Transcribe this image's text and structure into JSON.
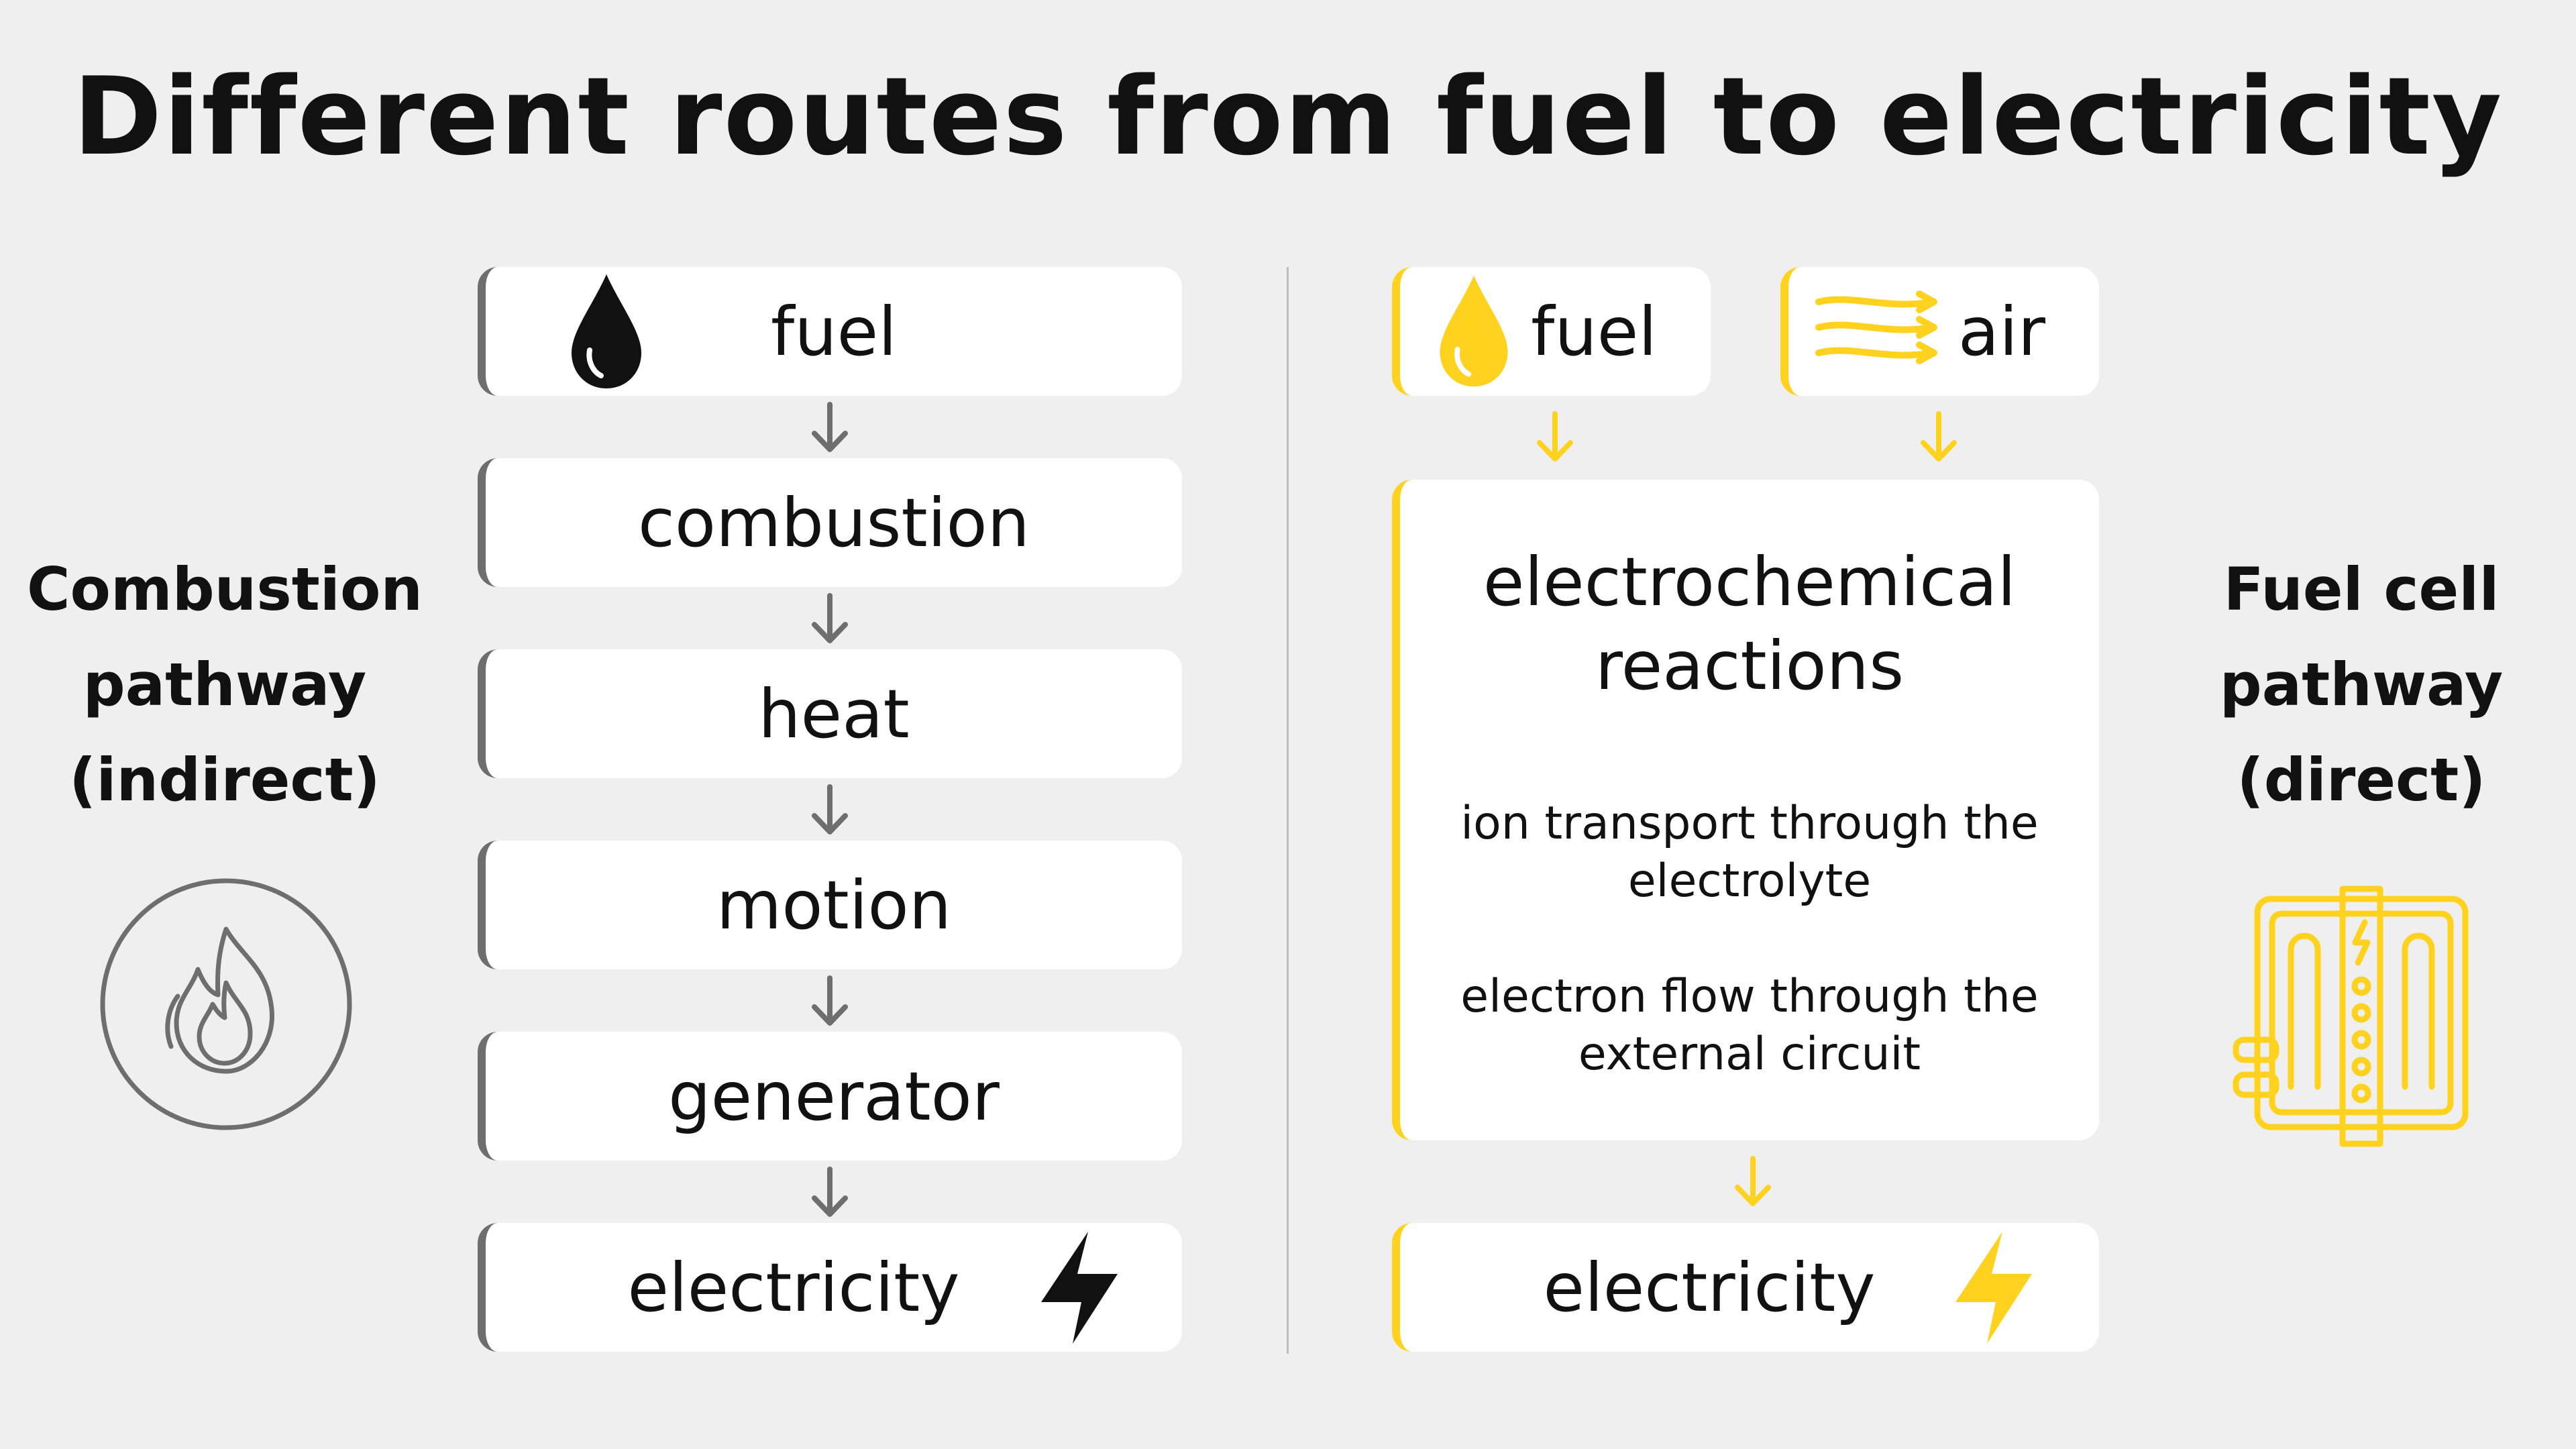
{
  "title": "Different routes from fuel to electricity",
  "left_pathway": {
    "label_lines": [
      "Combustion",
      "pathway",
      "(indirect)"
    ],
    "icon": "flame-icon",
    "steps": [
      "fuel",
      "combustion",
      "heat",
      "motion",
      "generator",
      "electricity"
    ]
  },
  "right_pathway": {
    "label_lines": [
      "Fuel cell",
      "pathway",
      "(direct)"
    ],
    "icon": "fuel-cell-icon",
    "inputs": {
      "fuel": "fuel",
      "air": "air"
    },
    "reaction": {
      "heading_lines": [
        "electrochemical",
        "reactions"
      ],
      "detail1_lines": [
        "ion transport through the",
        "electrolyte"
      ],
      "detail2_lines": [
        "electron flow through the",
        "external circuit"
      ]
    },
    "output": "electricity"
  },
  "colors": {
    "accent": "#ffd21f",
    "grey": "#6e6e6e",
    "background": "#efefef",
    "card": "#ffffff"
  }
}
